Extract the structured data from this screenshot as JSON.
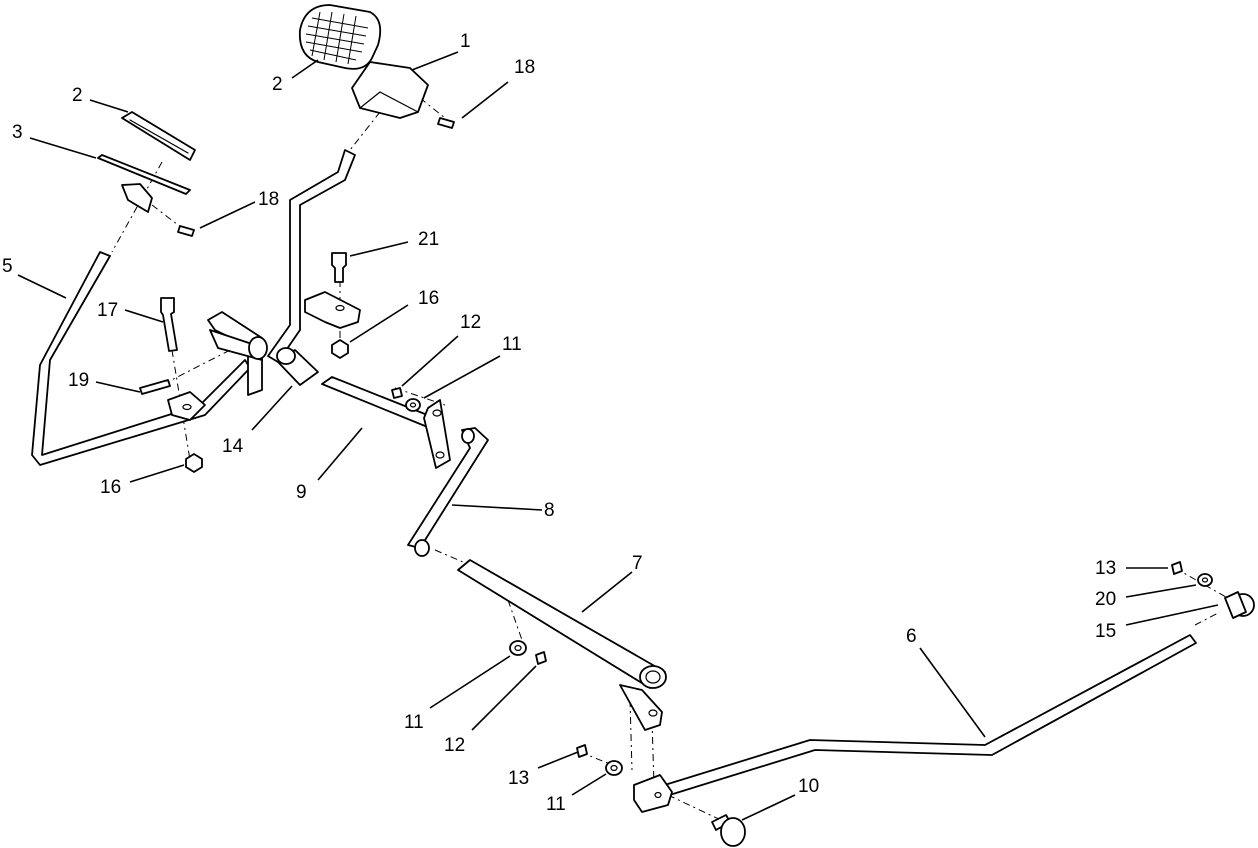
{
  "callouts": [
    {
      "id": "c1",
      "label": "1"
    },
    {
      "id": "c2a",
      "label": "2"
    },
    {
      "id": "c2b",
      "label": "2"
    },
    {
      "id": "c18a",
      "label": "18"
    },
    {
      "id": "c3",
      "label": "3"
    },
    {
      "id": "c18b",
      "label": "18"
    },
    {
      "id": "c21",
      "label": "21"
    },
    {
      "id": "c5",
      "label": "5"
    },
    {
      "id": "c16a",
      "label": "16"
    },
    {
      "id": "c17",
      "label": "17"
    },
    {
      "id": "c12a",
      "label": "12"
    },
    {
      "id": "c11a",
      "label": "11"
    },
    {
      "id": "c19",
      "label": "19"
    },
    {
      "id": "c14",
      "label": "14"
    },
    {
      "id": "c16b",
      "label": "16"
    },
    {
      "id": "c9",
      "label": "9"
    },
    {
      "id": "c8",
      "label": "8"
    },
    {
      "id": "c7",
      "label": "7"
    },
    {
      "id": "c13a",
      "label": "13"
    },
    {
      "id": "c20",
      "label": "20"
    },
    {
      "id": "c15",
      "label": "15"
    },
    {
      "id": "c6",
      "label": "6"
    },
    {
      "id": "c11b",
      "label": "11"
    },
    {
      "id": "c12b",
      "label": "12"
    },
    {
      "id": "c13b",
      "label": "13"
    },
    {
      "id": "c11c",
      "label": "11"
    },
    {
      "id": "c10",
      "label": "10"
    }
  ]
}
